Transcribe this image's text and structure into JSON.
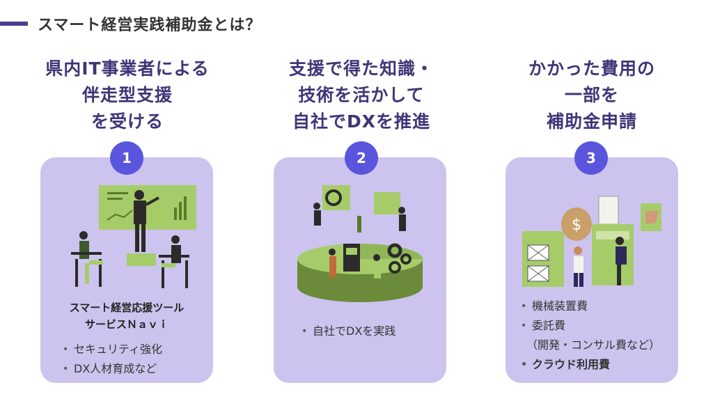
{
  "header": {
    "title": "スマート経営実践補助金とは？"
  },
  "colors": {
    "accent": "#5a55dd",
    "card": "#ccc4ee",
    "title": "#3f3578",
    "illustration_green": "#a6cc6a"
  },
  "steps": [
    {
      "number": "1",
      "title_lines": [
        "県内IT事業者による",
        "伴走型支援",
        "を受ける"
      ],
      "card_heading_lines": [
        "スマート経営応援ツール",
        "サービスＮａｖｉ"
      ],
      "bullets": [
        "セキュリティ強化",
        "DX人材育成など"
      ],
      "icon": "meeting-illustration"
    },
    {
      "number": "2",
      "title_lines": [
        "支援で得た知識・",
        "技術を活かして",
        "自社でDXを推進"
      ],
      "bullets": [
        "自社でDXを実践"
      ],
      "icon": "dx-pie-illustration"
    },
    {
      "number": "3",
      "title_lines": [
        "かかった費用の",
        "一部を",
        "補助金申請"
      ],
      "bullets": [
        "機械装置費",
        "委託費",
        "（開発・コンサル費など）",
        "クラウド利用費"
      ],
      "icon": "money-illustration"
    }
  ]
}
